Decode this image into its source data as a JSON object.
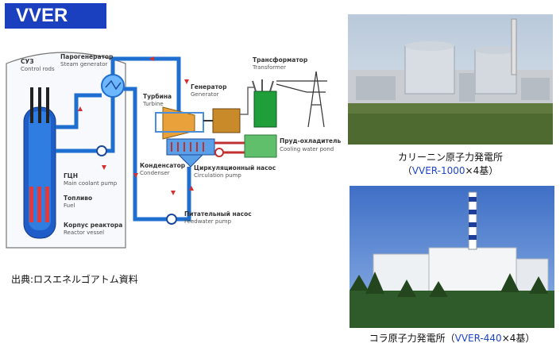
{
  "title": "VVER",
  "source_note": "出典:ロスエネルゴアトム資料",
  "diagram": {
    "components": [
      {
        "id": "control_rods",
        "ru": "СУЗ",
        "en": "Control rods"
      },
      {
        "id": "steam_generator",
        "ru": "Парогенератор",
        "en": "Steam generator"
      },
      {
        "id": "turbine",
        "ru": "Турбина",
        "en": "Turbine"
      },
      {
        "id": "generator",
        "ru": "Генератор",
        "en": "Generator"
      },
      {
        "id": "transformer",
        "ru": "Трансформатор",
        "en": "Transformer"
      },
      {
        "id": "main_pump",
        "ru": "ГЦН",
        "en": "Main coolant pump"
      },
      {
        "id": "fuel",
        "ru": "Топливо",
        "en": "Fuel"
      },
      {
        "id": "vessel",
        "ru": "Корпус реактора",
        "en": "Reactor vessel"
      },
      {
        "id": "condenser",
        "ru": "Конденсатор",
        "en": "Condenser"
      },
      {
        "id": "cooling_pond",
        "ru": "Пруд-охладитель",
        "en": "Cooling water pond"
      },
      {
        "id": "circ_pump",
        "ru": "Циркуляционный насос",
        "en": "Circulation pump"
      },
      {
        "id": "feed_pump",
        "ru": "Питательный насос",
        "en": "Feedwater pump"
      }
    ]
  },
  "photos": {
    "kalinin": {
      "caption_line1": "カリーニン原子力発電所",
      "caption_line2_open": "（",
      "caption_model": "VVER-1000",
      "caption_count": "×4基）"
    },
    "kola": {
      "caption_name": "コラ原子力発電所（",
      "caption_model": "VVER-440",
      "caption_count": "×4基）"
    }
  },
  "colors": {
    "title_bg": "#1a3fbf",
    "caption_model": "#1e44c8",
    "primary_loop": "#1e6fd0",
    "transformer": "#1f9e3a",
    "condenser": "#c03030"
  }
}
